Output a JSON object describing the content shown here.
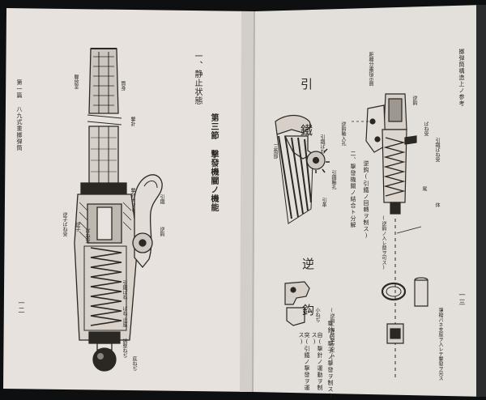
{
  "left_page": {
    "margin_chapter": "第一篇 八九式重擲弾筒",
    "page_number": "一二",
    "diagram_labels": {
      "gas_chamber": "驟放室",
      "tube": "筒身",
      "barrel": "撃針",
      "handle_cap": "撃針ナット",
      "trigger_spring_seat": "逆子ばね受",
      "trigger": "逆子",
      "ratchet": "逆鈎",
      "lever": "引鐵",
      "lever_spring": "引鐵ばね",
      "pin": "ばね",
      "guide": "ばね受",
      "adjust_screw": "調整ねぢ",
      "base": "止座",
      "bottom": "底ねぢ"
    }
  },
  "middle_text": {
    "section_one": "一、静止状態",
    "section_heading": "第三節 撃發機關ノ機能"
  },
  "right_page": {
    "margin_title": "擲弾筒構造上ノ参考",
    "page_number": "一三",
    "top_title": "引 鐵",
    "bottom_title": "逆 鈎",
    "diagram_labels": {
      "triangle": "三角部",
      "spring": "引鐵ばね",
      "collar": "引鐵軸孔",
      "stem": "引革",
      "range_scale": "距離分畫指示圏",
      "guide_label": "逆鈎軸入孔",
      "hook_small": "小ねぢ",
      "hook_note_a": "(逆鈎ト彈簧撃ヲ定ム)",
      "hook_note_b": "(逆鈎ノ入レ替ヲ可ス)",
      "counter_hook": "逆鈎",
      "spring_lower": "ばね受",
      "spring_seat": "引鐵ばね受",
      "notch": "尾",
      "notch_body": "体",
      "bottom_label": "彈撥バネ支座ヲ入レテ撃發ヲ完ス"
    },
    "notes": {
      "note1": "二、撃發機關ノ結合ト分解",
      "note2": "撃針(撃子ノ撃發ヲ制ス)",
      "note3": "逆鈎(引鐵ノ回轉ヲ制ス)",
      "note4": "自(撃針ノ運動ヲ制ス)",
      "note5": "突(引鐵ノ撃發ヲ運ス)"
    }
  }
}
